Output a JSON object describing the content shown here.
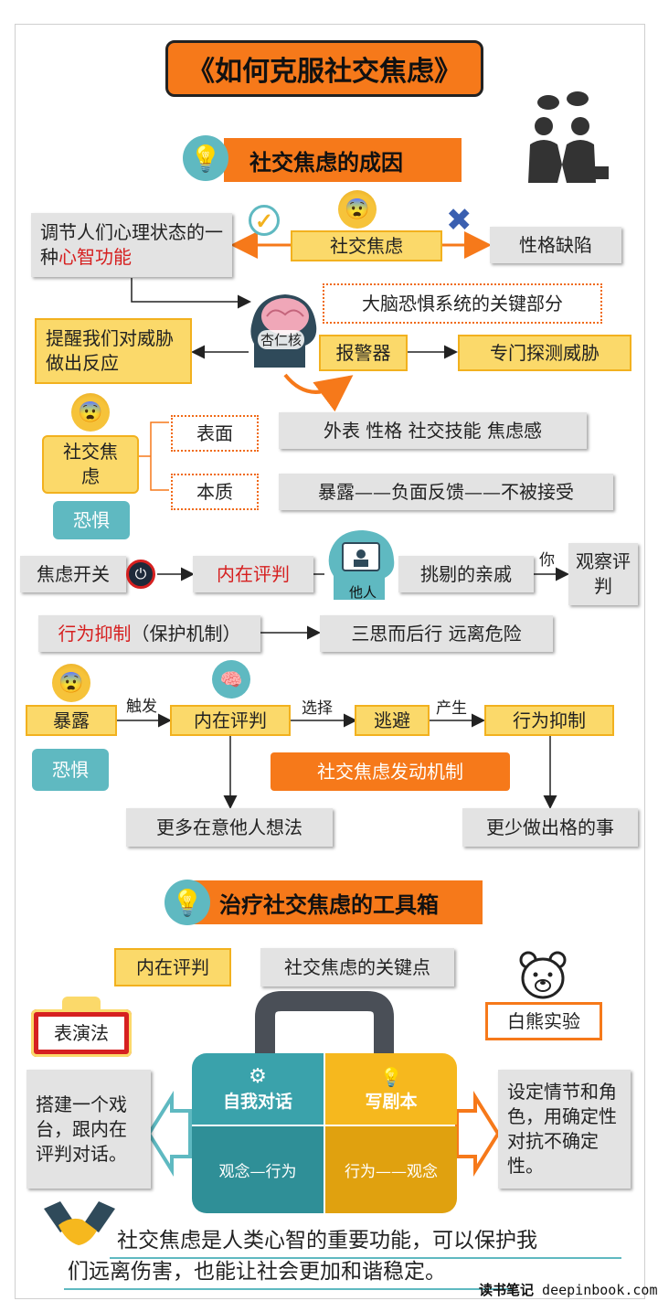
{
  "title": "《如何克服社交焦虑》",
  "sections": {
    "causes": "社交焦虑的成因",
    "toolbox": "治疗社交焦虑的工具箱"
  },
  "causes": {
    "regulate_pre": "调节人们心理状态的一种",
    "regulate_highlight": "心智功能",
    "social_anxiety": "社交焦虑",
    "personality_flaw": "性格缺陷",
    "amygdala": "杏仁核",
    "brain_key": "大脑恐惧系统的关键部分",
    "remind": "提醒我们对威胁做出反应",
    "alarm": "报警器",
    "detect": "专门探测威胁",
    "sa_short": "社交焦虑",
    "fear": "恐惧",
    "surface": "表面",
    "essence": "本质",
    "surface_items": "外表  性格  社交技能  焦虑感",
    "essence_items": "暴露——负面反馈——不被接受",
    "switch": "焦虑开关",
    "inner_judge": "内在评判",
    "others": "他人",
    "picky": "挑剔的亲戚",
    "you": "你",
    "observe": "观察评判",
    "inhibit_red": "行为抑制",
    "inhibit_rest": "（保护机制）",
    "think": "三思而后行  远离危险"
  },
  "mechanism": {
    "exposure": "暴露",
    "trigger": "触发",
    "inner_judge": "内在评判",
    "choose": "选择",
    "avoid": "逃避",
    "produce": "产生",
    "inhibit": "行为抑制",
    "fear": "恐惧",
    "label": "社交焦虑发动机制",
    "care_more": "更多在意他人想法",
    "do_less": "更少做出格的事"
  },
  "toolbox": {
    "inner_judge": "内在评判",
    "key_points": "社交焦虑的关键点",
    "performance": "表演法",
    "polar_bear": "白熊实验",
    "stage": "搭建一个戏台，跟内在评判对话。",
    "script": "设定情节和角色，用确定性对抗不确定性。",
    "self_talk": "自我对话",
    "write_script": "写剧本",
    "idea_action": "观念—行为",
    "action_idea": "行为——观念"
  },
  "footer": {
    "line1": "社交焦虑是人类心智的重要功能，可以保护我",
    "line2": "们远离伤害，也能让社会更加和谐稳定。"
  },
  "watermark": {
    "brand": "读书笔记",
    "site": "deepinbook.com"
  },
  "colors": {
    "orange": "#f6791a",
    "yellow": "#fbd96a",
    "teal": "#5fb9c1",
    "gold": "#f2b11e",
    "red": "#d62020"
  }
}
